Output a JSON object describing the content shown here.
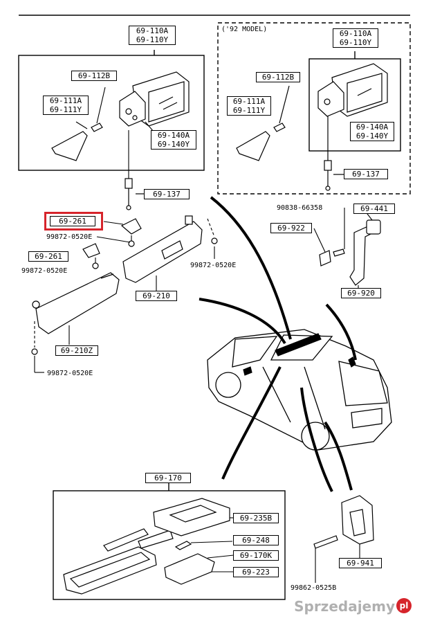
{
  "labels": {
    "p69_110": "69-110A\n69-110Y",
    "p69_112b": "69-112B",
    "p69_111": "69-111A\n69-111Y",
    "p69_140": "69-140A\n69-140Y",
    "p69_137": "69-137",
    "model92": "('92 MODEL)",
    "r69_110": "69-110A\n69-110Y",
    "r69_112b": "69-112B",
    "r69_111": "69-111A\n69-111Y",
    "r69_140": "69-140A\n69-140Y",
    "r69_137": "69-137",
    "p90838": "90838-66358",
    "p69_441": "69-441",
    "p69_922": "69-922",
    "p69_920": "69-920",
    "p69_261_hl": "69-261",
    "p99872_a": "99872-0520E",
    "p69_261": "69-261",
    "p99872_b": "99872-0520E",
    "p99872_c": "99872-0520E",
    "p69_210": "69-210",
    "p69_210z": "69-210Z",
    "p99872_d": "99872-0520E",
    "p69_170": "69-170",
    "p69_235b": "69-235B",
    "p69_248": "69-248",
    "p69_170k": "69-170K",
    "p69_223": "69-223",
    "p69_941": "69-941",
    "p99862": "99862-0525B"
  },
  "watermark": {
    "text": "Sprzedajemy",
    "badge": "pl"
  },
  "highlight_color": "#d6242b"
}
